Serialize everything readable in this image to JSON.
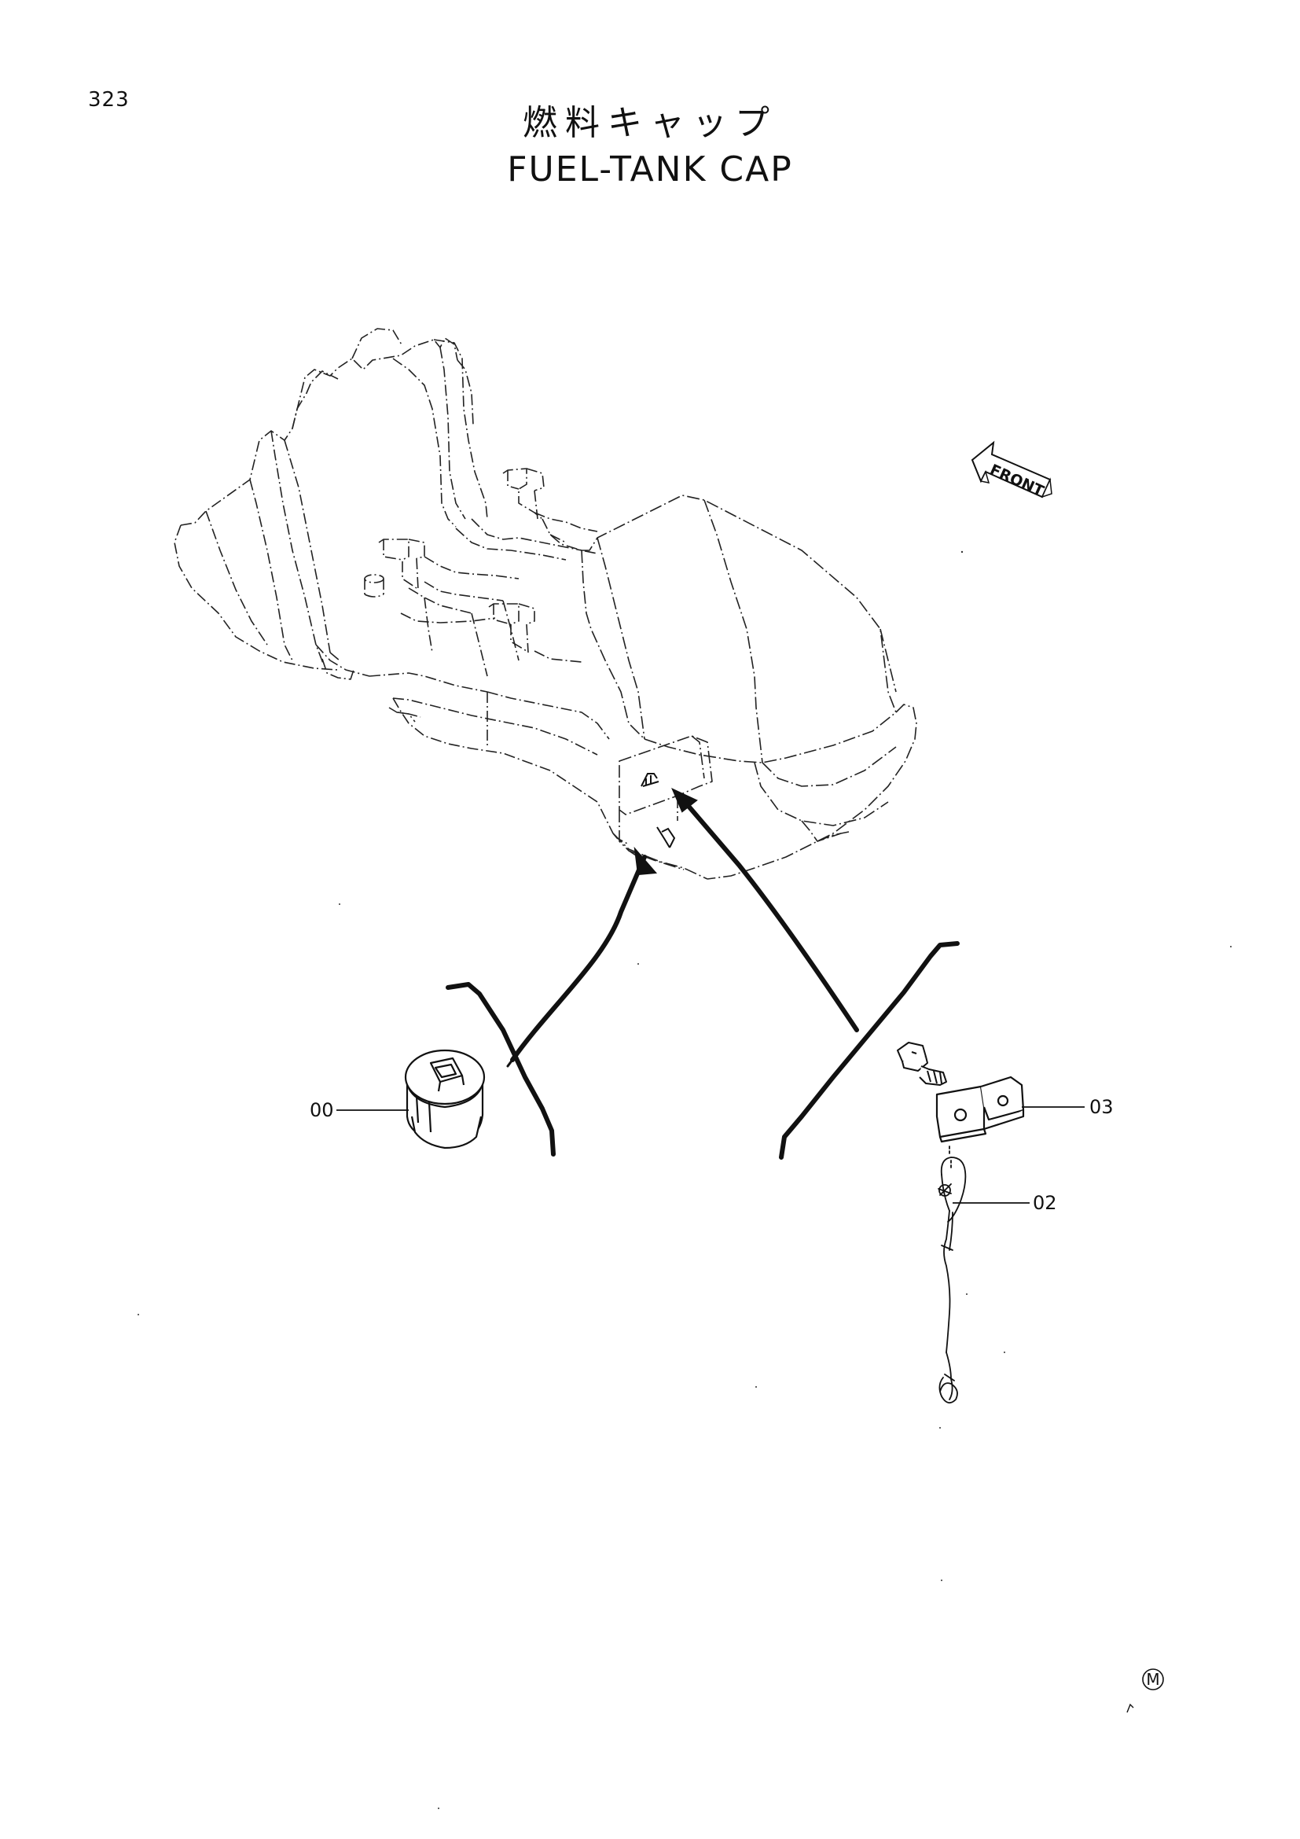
{
  "page": {
    "number": "323",
    "title_jp": "燃料キャップ",
    "title_en": "FUEL-TANK CAP"
  },
  "orientation": {
    "front_label": "FRONT"
  },
  "parts": [
    {
      "callout": "00"
    },
    {
      "callout": "02"
    },
    {
      "callout": "03"
    }
  ],
  "corner_mark": "M"
}
